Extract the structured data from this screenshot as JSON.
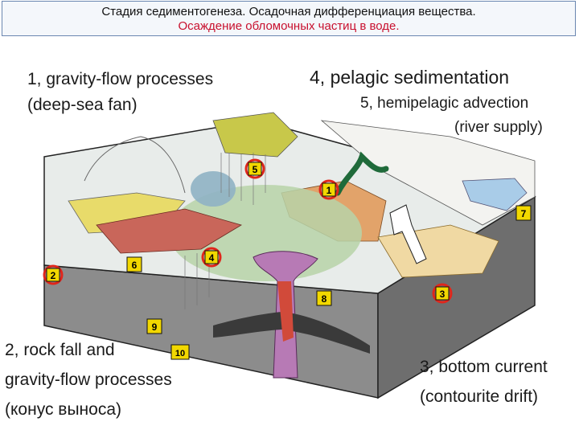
{
  "header": {
    "title_line1": "Стадия седиментогенеза. Осадочная дифференциация вещества.",
    "title_line2": "Осаждение обломочных частиц в воде."
  },
  "labels": {
    "l1_line1": "1, gravity-flow processes",
    "l1_line2": "(deep-sea fan)",
    "l4": "4, pelagic sedimentation",
    "l5_line1": "5, hemipelagic advection",
    "l5_line2": "(river supply)",
    "l2_line1": "2, rock fall and",
    "l2_line2": "gravity-flow processes",
    "l2_line3": "(конус выноса)",
    "l3_line1": "3, bottom current",
    "l3_line2": "(contourite drift)"
  },
  "badges": {
    "b1": "1",
    "b2": "2",
    "b3": "3",
    "b4": "4",
    "b5": "5",
    "b6": "6",
    "b7": "7",
    "b8": "8",
    "b9": "9",
    "b10": "10"
  },
  "colors": {
    "header_border": "#6a86b0",
    "title_red": "#c8102e",
    "highlight_red": "#e0261b",
    "badge_fill": "#f2d800",
    "block_front": "#8a8a8a",
    "block_side": "#707070"
  }
}
